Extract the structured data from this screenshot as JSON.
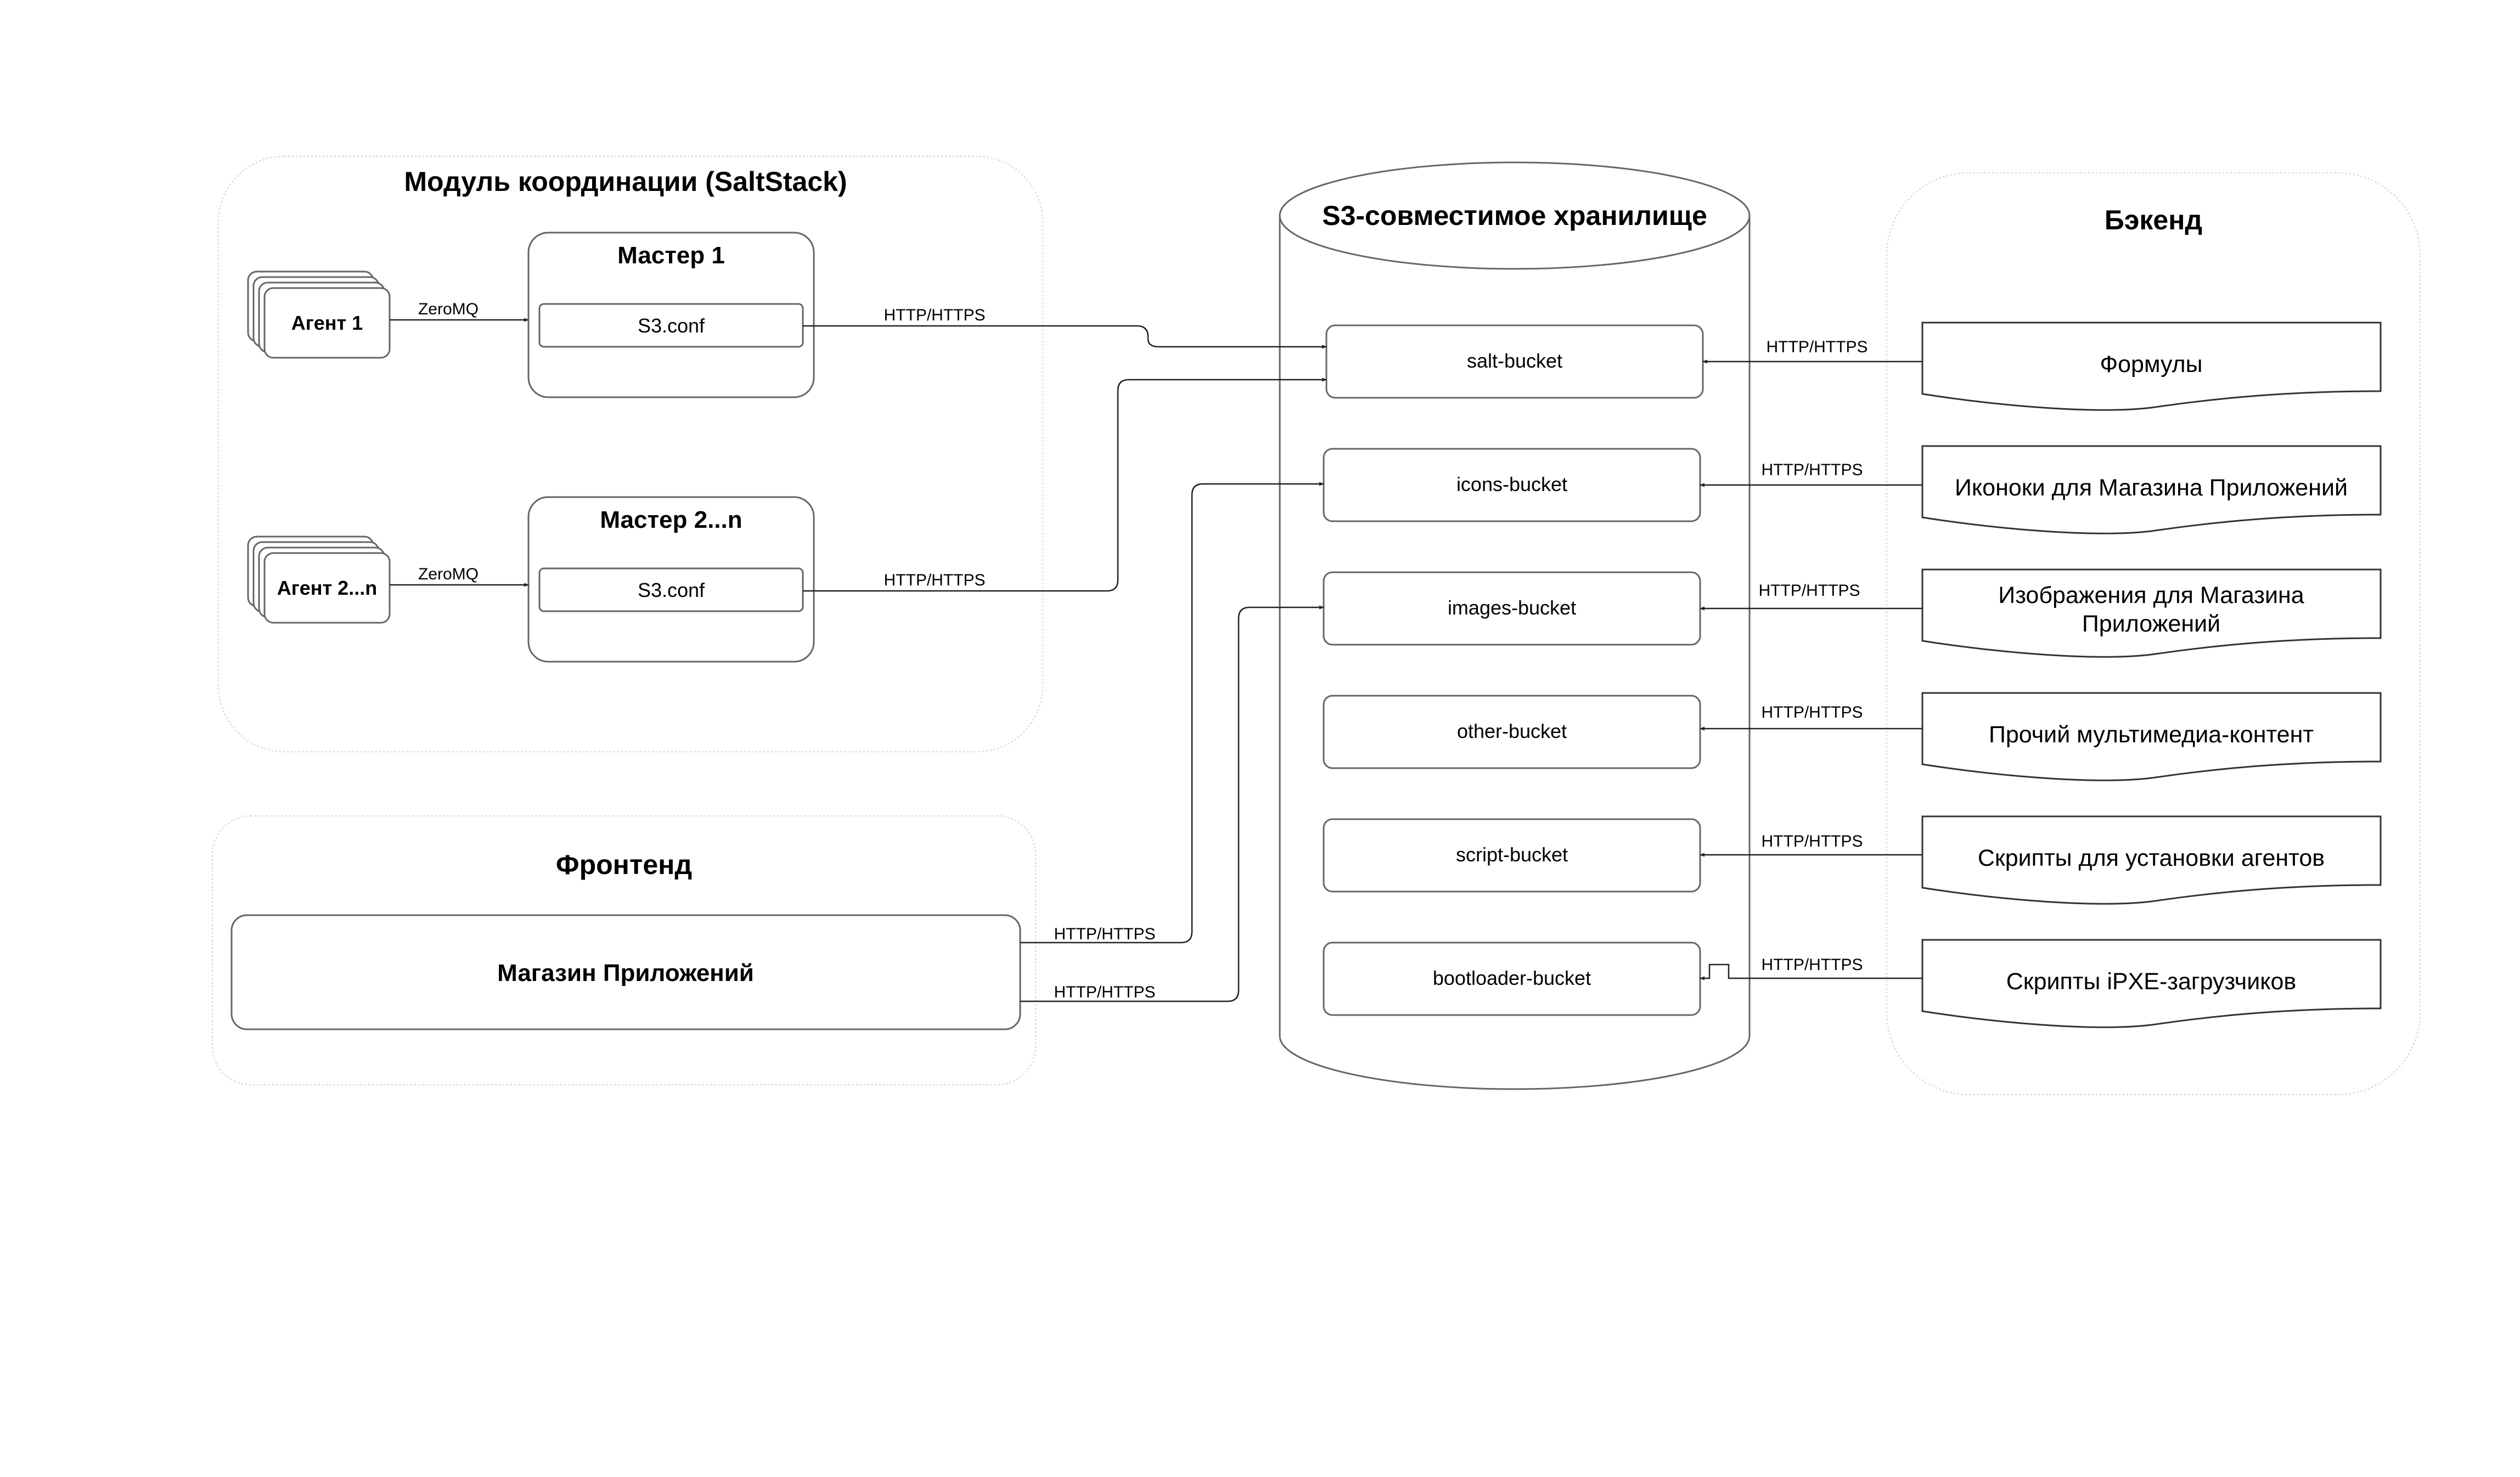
{
  "groups": {
    "coordination": {
      "title": "Модуль координации (SaltStack)"
    },
    "frontend": {
      "title": "Фронтенд"
    },
    "storage": {
      "title": "S3-совместимое хранилище"
    },
    "backend": {
      "title": "Бэкенд"
    }
  },
  "agents": [
    {
      "label": "Агент 1"
    },
    {
      "label": "Агент 2...n"
    }
  ],
  "masters": [
    {
      "title": "Мастер 1",
      "config": "S3.conf"
    },
    {
      "title": "Мастер 2...n",
      "config": "S3.conf"
    }
  ],
  "store": {
    "label": "Магазин Приложений"
  },
  "buckets": [
    {
      "label": "salt-bucket"
    },
    {
      "label": "icons-bucket"
    },
    {
      "label": "images-bucket"
    },
    {
      "label": "other-bucket"
    },
    {
      "label": "script-bucket"
    },
    {
      "label": "bootloader-bucket"
    }
  ],
  "documents": [
    {
      "lines": [
        "Формулы"
      ]
    },
    {
      "lines": [
        "Иконоки для Магазина Приложений"
      ]
    },
    {
      "lines": [
        "Изображения для Магазина",
        "Приложений"
      ]
    },
    {
      "lines": [
        "Прочий мультимедиа-контент"
      ]
    },
    {
      "lines": [
        "Скрипты для установки агентов"
      ]
    },
    {
      "lines": [
        "Скрипты iPXE-загрузчиков"
      ]
    }
  ],
  "edge_labels": {
    "zeromq_1": "ZeroMQ",
    "zeromq_2": "ZeroMQ",
    "master1_http": "HTTP/HTTPS",
    "master2_http": "HTTP/HTTPS",
    "store_icons_http": "HTTP/HTTPS",
    "store_images_http": "HTTP/HTTPS",
    "formulas_http": "HTTP/HTTPS",
    "icons_http": "HTTP/HTTPS",
    "images_http": "HTTP/HTTPS",
    "other_http": "HTTP/HTTPS",
    "scripts_http": "HTTP/HTTPS",
    "ipxe_http": "HTTP/HTTPS"
  }
}
